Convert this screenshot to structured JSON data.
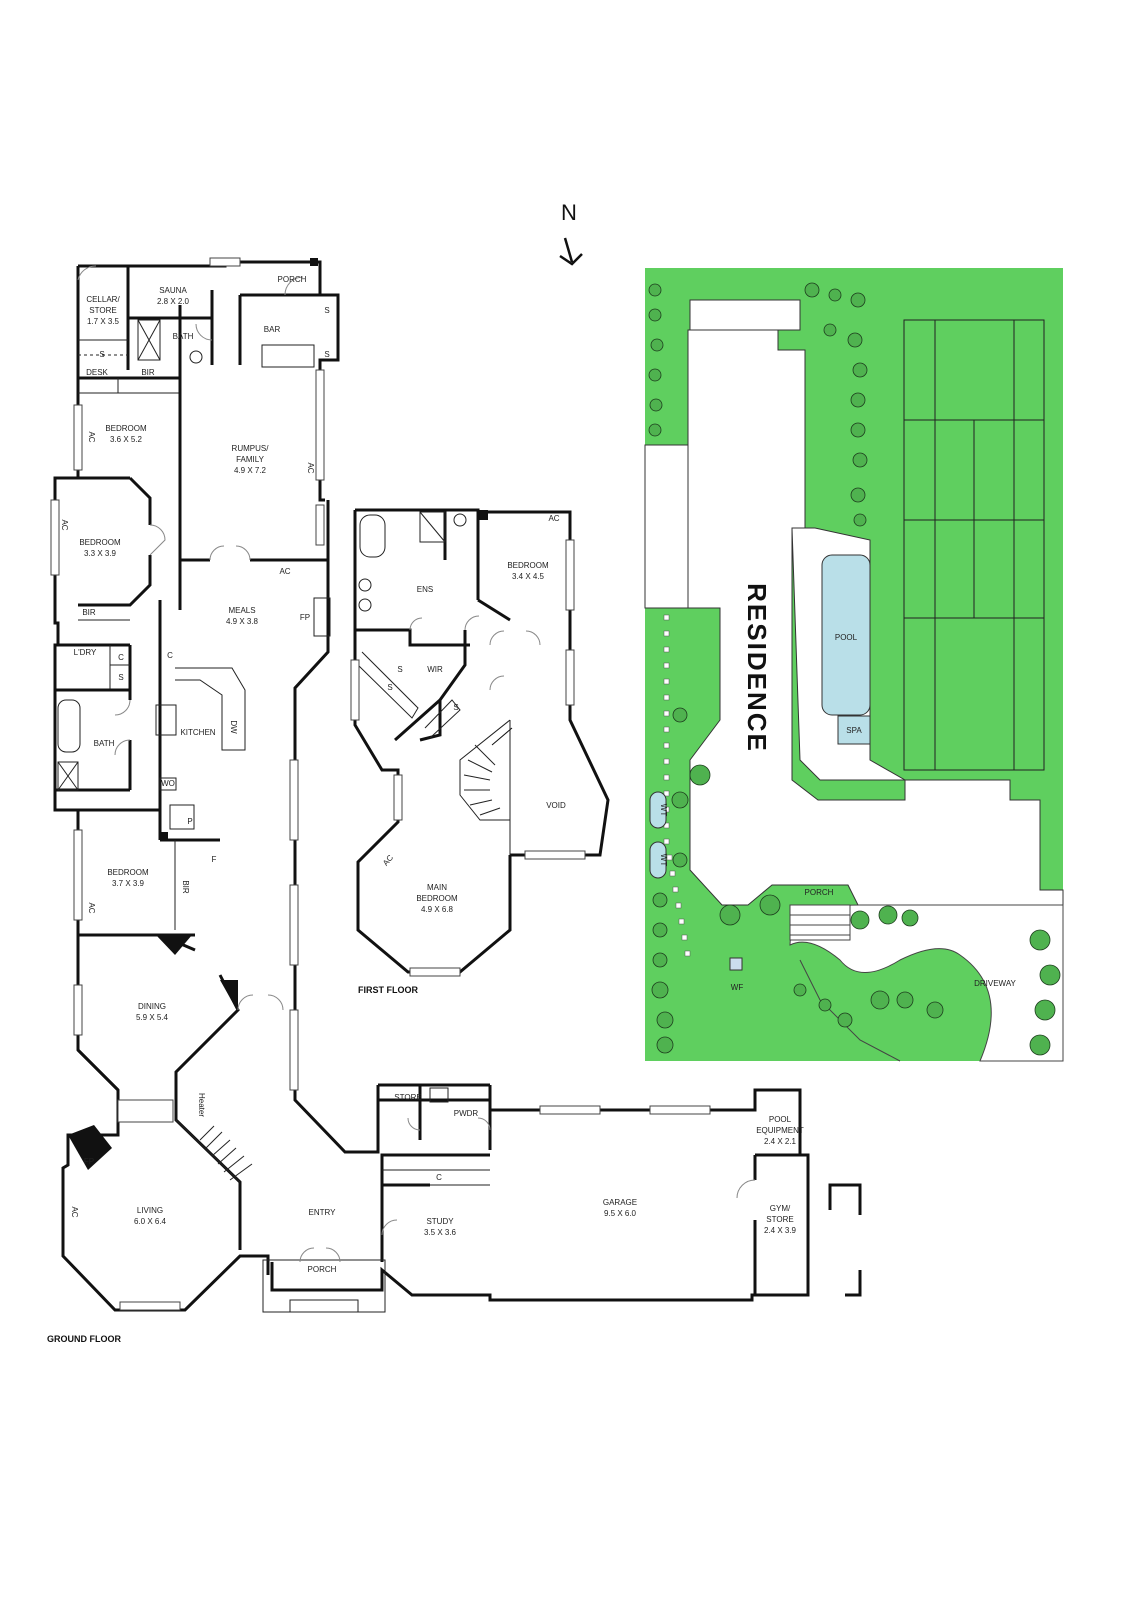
{
  "north": {
    "label": "N"
  },
  "floors": {
    "ground": "GROUND FLOOR",
    "first": "FIRST FLOOR"
  },
  "rooms": {
    "cellar": {
      "name1": "CELLAR/",
      "name2": "STORE",
      "dims": "1.7 X 3.5"
    },
    "sauna": {
      "name": "SAUNA",
      "dims": "2.8 X 2.0"
    },
    "porch_rear": {
      "name": "PORCH"
    },
    "bath_small": {
      "name": "BATH"
    },
    "bar": {
      "name": "BAR"
    },
    "desk": {
      "name": "DESK"
    },
    "bir_1": {
      "name": "BIR"
    },
    "bedroom_1": {
      "name": "BEDROOM",
      "dims": "3.6 X 5.2"
    },
    "rumpus": {
      "name1": "RUMPUS/",
      "name2": "FAMILY",
      "dims": "4.9 X 7.2"
    },
    "bedroom_2": {
      "name": "BEDROOM",
      "dims": "3.3 X 3.9"
    },
    "bir_2": {
      "name": "BIR"
    },
    "meals": {
      "name": "MEALS",
      "dims": "4.9 X 3.8"
    },
    "ldry": {
      "name": "L'DRY"
    },
    "kitchen": {
      "name": "KITCHEN"
    },
    "bath": {
      "name": "BATH"
    },
    "bedroom_3": {
      "name": "BEDROOM",
      "dims": "3.7 X 3.9"
    },
    "bir_3": {
      "name": "BIR"
    },
    "dining": {
      "name": "DINING",
      "dims": "5.9 X 5.4"
    },
    "living": {
      "name": "LIVING",
      "dims": "6.0 X 6.4"
    },
    "entry": {
      "name": "ENTRY"
    },
    "porch_front": {
      "name": "PORCH"
    },
    "store": {
      "name": "STORE"
    },
    "pwdr": {
      "name": "PWDR"
    },
    "study": {
      "name": "STUDY",
      "dims": "3.5 X 3.6"
    },
    "garage": {
      "name": "GARAGE",
      "dims": "9.5 X 6.0"
    },
    "pool_equipment": {
      "name1": "POOL",
      "name2": "EQUIPMENT",
      "dims": "2.4 X 2.1"
    },
    "gym": {
      "name1": "GYM/",
      "name2": "STORE",
      "dims": "2.4 X 3.9"
    },
    "ens": {
      "name": "ENS"
    },
    "bedroom_ff": {
      "name": "BEDROOM",
      "dims": "3.4 X 4.5"
    },
    "wir": {
      "name": "WIR"
    },
    "void": {
      "name": "VOID"
    },
    "main_bedroom": {
      "name1": "MAIN",
      "name2": "BEDROOM",
      "dims": "4.9 X 6.8"
    }
  },
  "fixtures": {
    "s": "S",
    "c": "C",
    "ac": "AC",
    "fp": "FP",
    "p": "P",
    "f": "F",
    "dw": "DW",
    "wo": "WO",
    "heater": "Heater"
  },
  "site": {
    "residence": "RESIDENCE",
    "pool": "POOL",
    "spa": "SPA",
    "porch": "PORCH",
    "driveway": "DRIVEWAY",
    "wf": "WF",
    "wt": "WT",
    "colors": {
      "lawn": "#5fcf5f",
      "pool": "#b9dfe8",
      "tree": "#4fb24f"
    }
  }
}
